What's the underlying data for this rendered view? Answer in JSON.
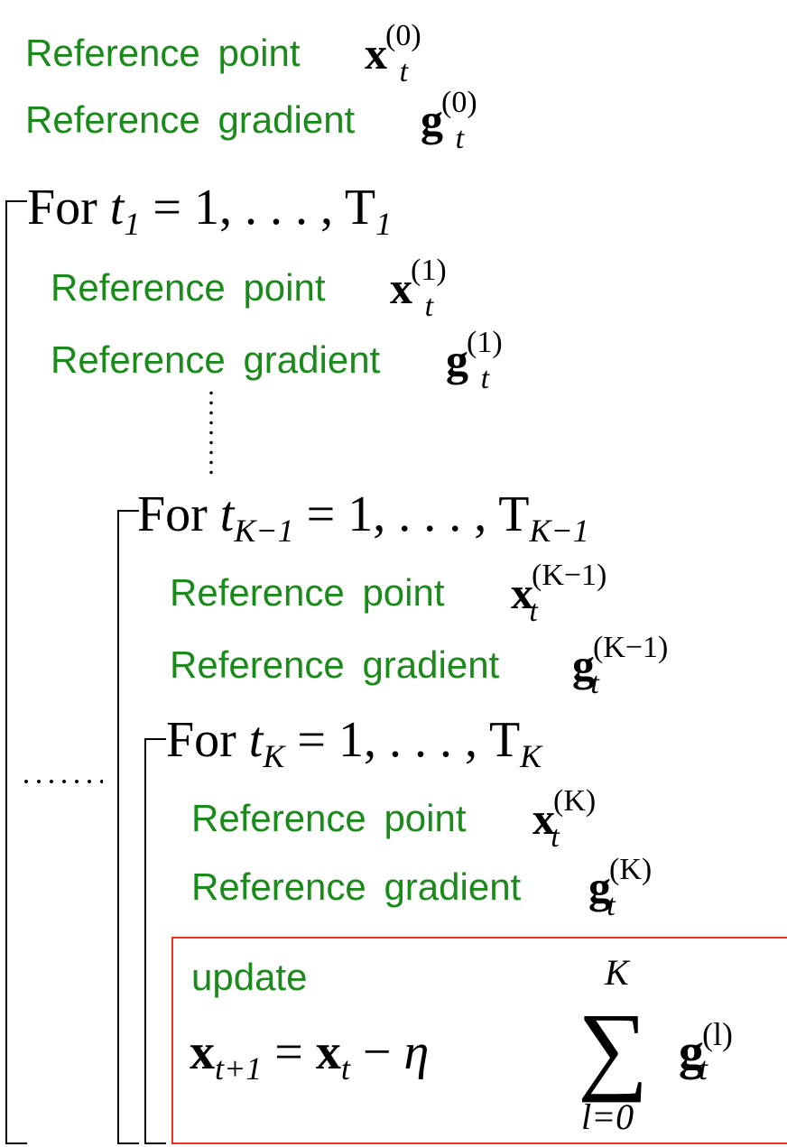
{
  "levels": [
    {
      "point_label": "Reference point",
      "gradient_label": "Reference gradient",
      "superscript": "(0)"
    },
    {
      "loop": "For",
      "index_sub": "1",
      "range": "= 1, . . . , T",
      "range_sub": "1",
      "point_label": "Reference point",
      "gradient_label": "Reference gradient",
      "superscript": "(1)"
    },
    {
      "loop": "For",
      "index_sub": "K−1",
      "range": "= 1, . . . , T",
      "range_sub": "K−1",
      "point_label": "Reference point",
      "gradient_label": "Reference gradient",
      "superscript": "(K−1)"
    },
    {
      "loop": "For",
      "index_sub": "K",
      "range": "= 1, . . . , T",
      "range_sub": "K",
      "point_label": "Reference point",
      "gradient_label": "Reference gradient",
      "superscript": "(K)"
    }
  ],
  "symbols": {
    "point": "x",
    "gradient": "g",
    "time": "t",
    "eta": "η",
    "sum_upper": "K",
    "sum_lower": "l=0",
    "grad_sup": "(l)",
    "lhs_sub": "t+1"
  },
  "update": {
    "label": "update"
  },
  "colors": {
    "label_green": "#1a8a1a",
    "box_red": "#e8341c"
  }
}
